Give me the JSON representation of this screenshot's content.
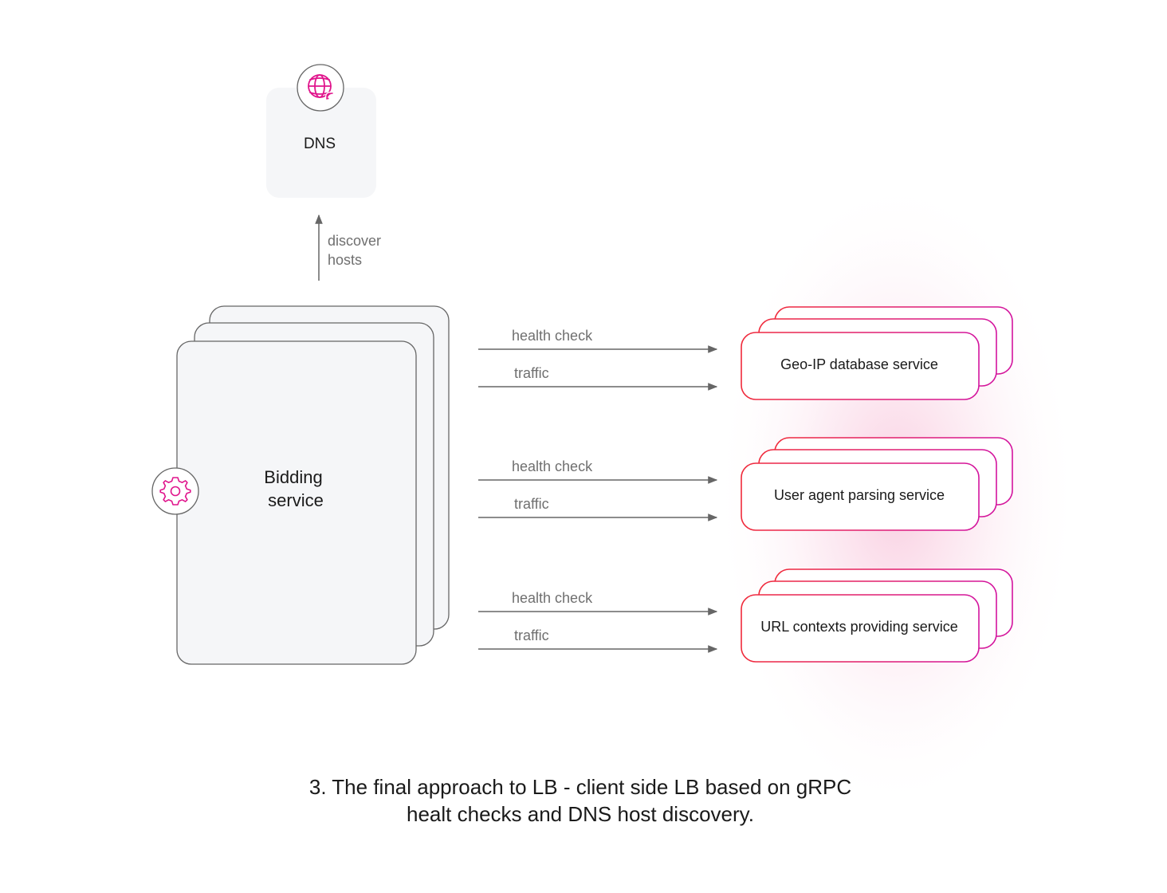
{
  "dns": {
    "label": "DNS",
    "icon": "globe-network-icon"
  },
  "discover": {
    "line1": "discover",
    "line2": "hosts"
  },
  "bidding": {
    "line1": "Bidding",
    "line2": "service",
    "icon": "gear-icon"
  },
  "connections": [
    {
      "health_label": "health check",
      "traffic_label": "traffic",
      "service": "Geo-IP database service"
    },
    {
      "health_label": "health check",
      "traffic_label": "traffic",
      "service": "User agent parsing service"
    },
    {
      "health_label": "health check",
      "traffic_label": "traffic",
      "service": "URL contexts providing service"
    }
  ],
  "caption": {
    "line1": "3. The final approach to LB - client side LB based on gRPC",
    "line2": "healt checks and DNS host discovery."
  },
  "colors": {
    "accent_pink": "#e0158c",
    "accent_red": "#f02a3a",
    "box_fill": "#f5f6f8",
    "stroke_gray": "#666666",
    "label_gray": "#6f6f6f"
  }
}
